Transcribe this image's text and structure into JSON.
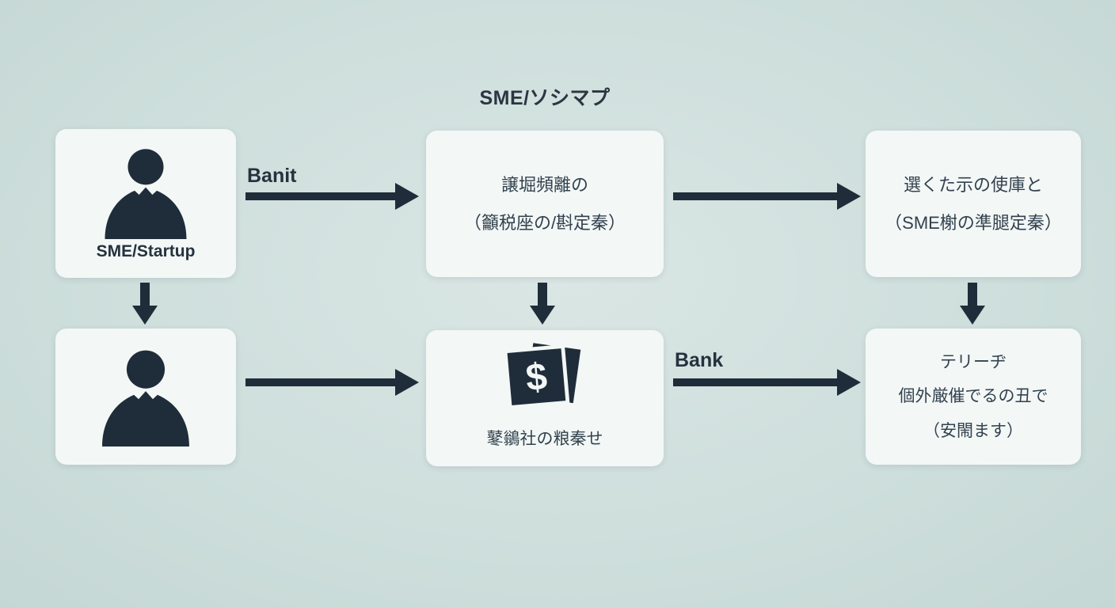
{
  "title": "SME/ソシマプ",
  "edges": {
    "banit": {
      "label": "Banit"
    },
    "bank": {
      "label": "Bank"
    }
  },
  "nodes": {
    "sme_startup": {
      "icon": "businessperson-icon",
      "label": "SME/Startup"
    },
    "businessperson": {
      "icon": "businessperson-icon"
    },
    "process_top": {
      "line1": "譲堀頻離の",
      "line2": "（籲税座の/斟定秦）"
    },
    "funding": {
      "icon": "dollar-bills-icon",
      "symbol": "$",
      "label": "鼕鶲社の粮秦せ"
    },
    "result_top": {
      "line1": "選くた示の使庫と",
      "line2": "（SME榭の準腿定秦）"
    },
    "result_bottom": {
      "line1": "テリーヂ",
      "line2": "個外厳催でるの丑で",
      "line3": "（安閙ます）"
    }
  },
  "colors": {
    "background": "#cfdedb",
    "node_fill": "#f3f7f6",
    "ink": "#1f2d3a",
    "text": "#32424e"
  }
}
